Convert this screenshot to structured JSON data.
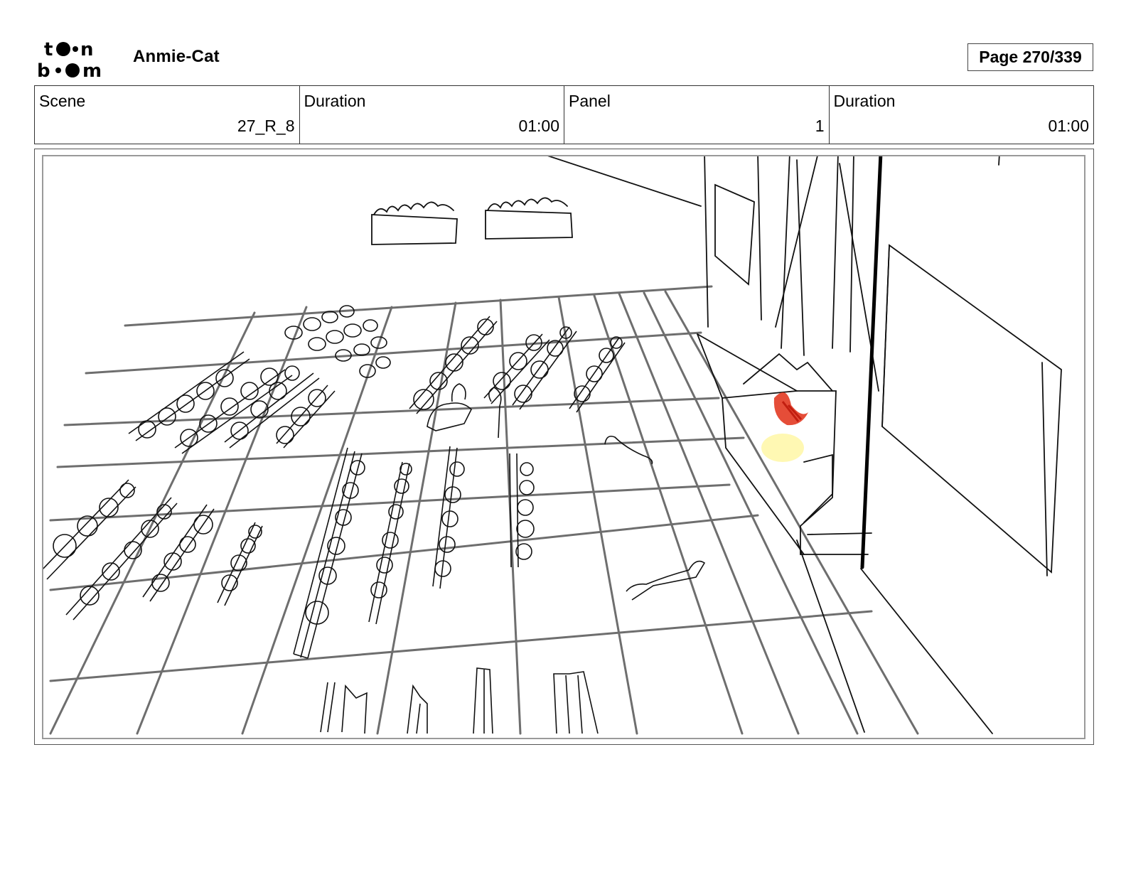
{
  "header": {
    "logo_text": "toon boom",
    "project_title": "Anmie-Cat",
    "page_indicator": "Page 270/339"
  },
  "info": {
    "scene_label": "Scene",
    "scene_value": "27_R_8",
    "scene_duration_label": "Duration",
    "scene_duration_value": "01:00",
    "panel_label": "Panel",
    "panel_value": "1",
    "panel_duration_label": "Duration",
    "panel_duration_value": "01:00"
  },
  "colors": {
    "character_accent": "#e23a22",
    "glow": "#fff59a"
  }
}
